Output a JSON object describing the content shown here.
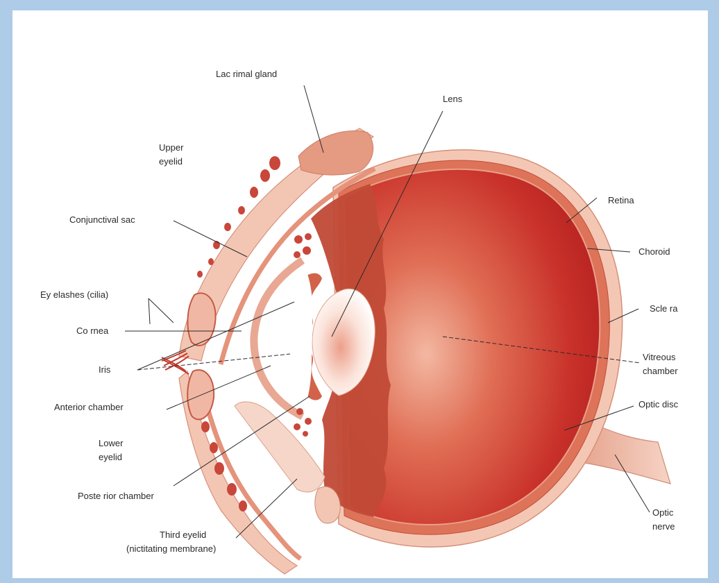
{
  "labels": {
    "lacrimal_gland": "Lac rimal gland",
    "lens": "Lens",
    "upper_eyelid_1": "Upper",
    "upper_eyelid_2": "eyelid",
    "retina": "Retina",
    "conjunctival_sac": "Conjunctival sac",
    "choroid": "Choroid",
    "eyelashes": "Ey elashes (cilia)",
    "sclera": "Scle ra",
    "cornea": "Co rnea",
    "iris": "Iris",
    "vitreous_1": "Vitreous",
    "vitreous_2": "chamber",
    "anterior_chamber": "Anterior chamber",
    "optic_disc": "Optic disc",
    "lower_eyelid_1": "Lower",
    "lower_eyelid_2": "eyelid",
    "posterior_chamber": "Poste rior chamber",
    "third_eyelid_1": "Third eyelid",
    "third_eyelid_2": "(nictitating membrane)",
    "optic_nerve_1": "Optic",
    "optic_nerve_2": "nerve"
  },
  "colors": {
    "page_border": "#aecbe8",
    "tissue_light": "#f3c6b4",
    "tissue_mid": "#e79a82",
    "retina_red": "#c8322a",
    "vessel": "#c8473a"
  }
}
